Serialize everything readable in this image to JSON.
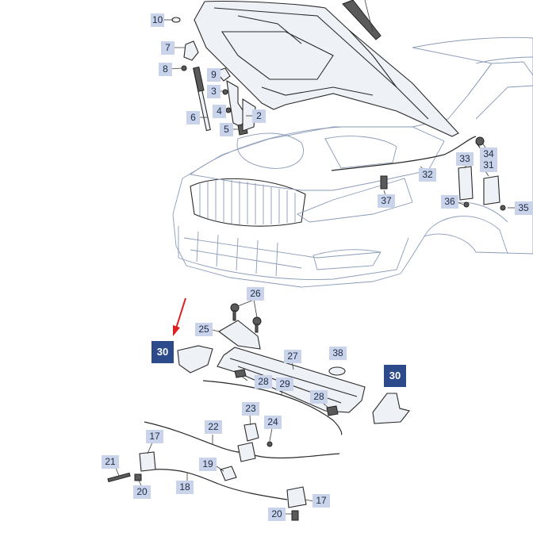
{
  "callouts": {
    "c10": "10",
    "c7": "7",
    "c8": "8",
    "c9": "9",
    "c3": "3",
    "c4": "4",
    "c6": "6",
    "c2": "2",
    "c5": "5",
    "c34": "34",
    "c33": "33",
    "c31": "31",
    "c32": "32",
    "c37": "37",
    "c36": "36",
    "c35": "35",
    "c26": "26",
    "c25": "25",
    "c30a": "30",
    "c27": "27",
    "c38": "38",
    "c30b": "30",
    "c28a": "28",
    "c29": "29",
    "c28b": "28",
    "c23": "23",
    "c24": "24",
    "c22": "22",
    "c17a": "17",
    "c21": "21",
    "c19": "19",
    "c20a": "20",
    "c18": "18",
    "c17b": "17",
    "c20b": "20"
  },
  "colors": {
    "callout_bg": "#c9d4ea",
    "callout_highlight_bg": "#2d4a8a",
    "pointer_arrow": "#e02020",
    "line": "#2a2a2a"
  }
}
